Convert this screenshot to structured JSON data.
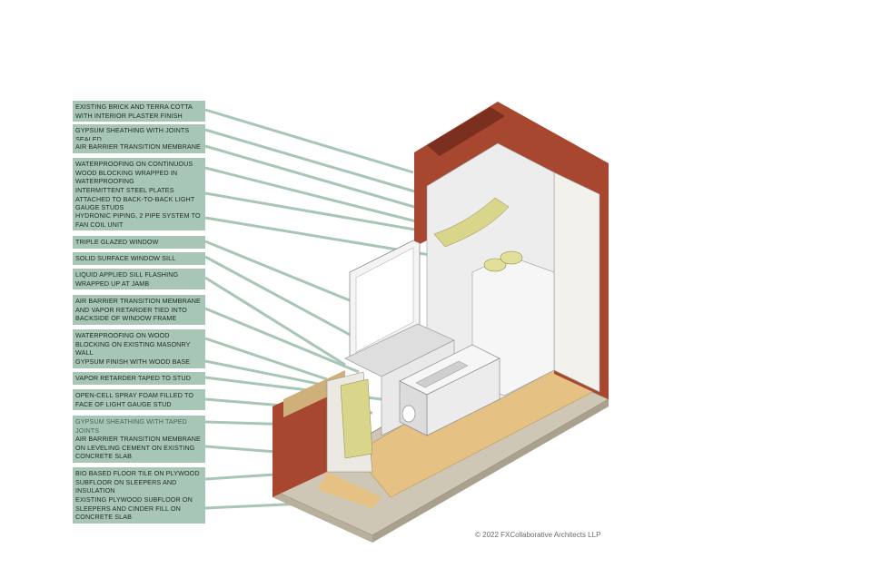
{
  "labels": [
    "EXISTING BRICK AND TERRA COTTA WITH INTERIOR PLASTER FINISH",
    "GYPSUM SHEATHING WITH JOINTS SEALED",
    "AIR BARRIER TRANSITION MEMBRANE",
    "WATERPROOFING ON CONTINUOUS WOOD BLOCKING WRAPPED IN WATERPROOFING",
    "INTERMITTENT STEEL PLATES ATTACHED TO BACK-TO-BACK LIGHT GAUGE STUDS",
    "HYDRONIC PIPING, 2 PIPE SYSTEM TO FAN COIL UNIT",
    "TRIPLE GLAZED WINDOW",
    "SOLID SURFACE WINDOW SILL",
    "LIQUID APPLIED SILL FLASHING WRAPPED UP AT JAMB",
    "AIR BARRIER TRANSITION MEMBRANE AND VAPOR RETARDER TIED INTO BACKSIDE OF WINDOW FRAME",
    "WATERPROOFING ON WOOD BLOCKING ON EXISTING MASONRY WALL",
    "GYPSUM FINISH WITH WOOD BASE",
    "VAPOR RETARDER TAPED TO STUD",
    "OPEN-CELL SPRAY FOAM FILLED TO FACE OF LIGHT GAUGE STUD",
    "GYPSUM SHEATHING WITH TAPED JOINTS",
    "AIR BARRIER TRANSITION MEMBRANE ON LEVELING CEMENT ON EXISTING CONCRETE SLAB",
    "BIO BASED FLOOR TILE  ON PLYWOOD SUBFLOOR ON SLEEPERS AND INSULATION",
    "EXISTING PLYWOOD SUBFLOOR ON SLEEPERS AND CINDER FILL ON CONCRETE SLAB"
  ],
  "copyright": "© 2022  FXCollaborative Architects LLP",
  "colors": {
    "label_bg": "#a8c6b5",
    "leader": "#a8c6b5",
    "brick": "#a8472f",
    "plaster": "#ececec",
    "insulation": "#d9d58a",
    "floor": "#e6c184",
    "concrete": "#cfc7b5"
  }
}
